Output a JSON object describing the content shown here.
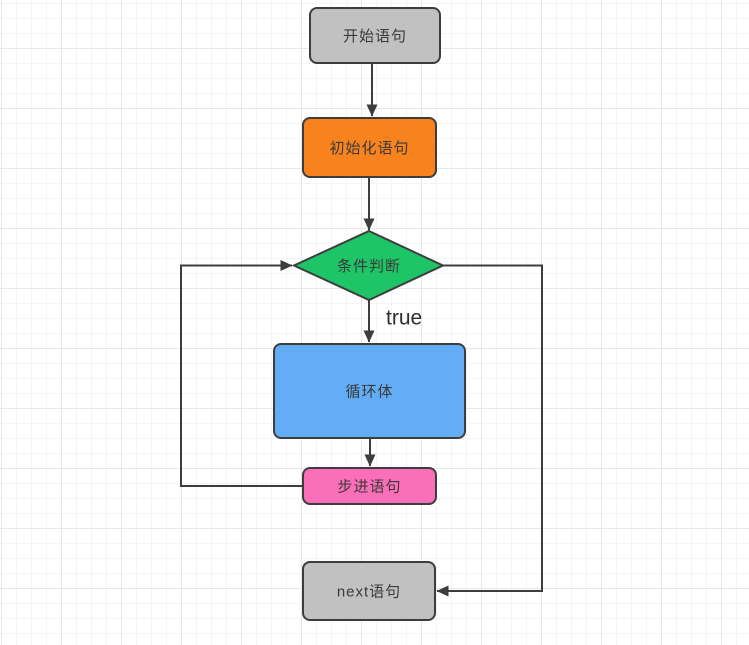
{
  "nodes": {
    "start": {
      "label": "开始语句",
      "fill": "#C1C1C1",
      "shape": "rounded-rect"
    },
    "init": {
      "label": "初始化语句",
      "fill": "#F8821E",
      "shape": "rounded-rect"
    },
    "condition": {
      "label": "条件判断",
      "fill": "#1EC567",
      "shape": "diamond"
    },
    "loop_body": {
      "label": "循环体",
      "fill": "#63ADF7",
      "shape": "rounded-rect"
    },
    "step": {
      "label": "步进语句",
      "fill": "#FB6EB8",
      "shape": "rounded-rect"
    },
    "next": {
      "label": "next语句",
      "fill": "#C1C1C1",
      "shape": "rounded-rect"
    }
  },
  "edges": {
    "true_label": "true"
  },
  "colors": {
    "stroke": "#3D3D3D",
    "label_text": "#3A3A3A",
    "true_text": "#2E2E2E",
    "grid_minor": "#F4F4F6",
    "grid_major": "#E7E7EB",
    "background": "#FFFFFF"
  }
}
